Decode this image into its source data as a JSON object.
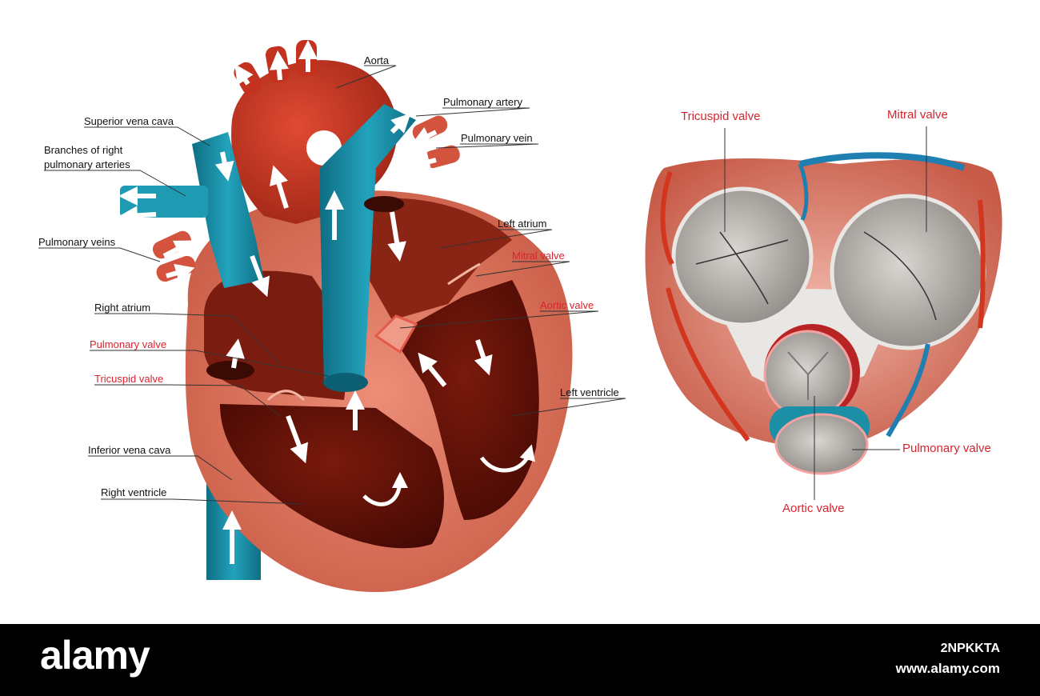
{
  "heart_labels": {
    "aorta": "Aorta",
    "pulmonary_artery": "Pulmonary artery",
    "pulmonary_vein": "Pulmonary vein",
    "superior_vena_cava": "Superior vena cava",
    "branches_line1": "Branches of right",
    "branches_line2": "pulmonary arteries",
    "pulmonary_veins": "Pulmonary veins",
    "left_atrium": "Left atrium",
    "mitral_valve": "Mitral valve",
    "aortic_valve": "Aortic valve",
    "right_atrium": "Right atrium",
    "pulmonary_valve": "Pulmonary valve",
    "tricuspid_valve": "Tricuspid valve",
    "left_ventricle": "Left ventricle",
    "inferior_vena_cava": "Inferior vena cava",
    "right_ventricle": "Right ventricle"
  },
  "valve_labels": {
    "tricuspid_valve": "Tricuspid valve",
    "mitral_valve": "Mitral valve",
    "pulmonary_valve": "Pulmonary valve",
    "aortic_valve": "Aortic valve"
  },
  "colors": {
    "vein_blue": "#1a8fa6",
    "artery_red": "#b8301f",
    "muscle": "#e07d67",
    "chamber": "#5a0d05",
    "valve_label_red": "#d8242f"
  },
  "footer": {
    "brand": "alamy",
    "image_code": "2NPKKTA",
    "site": "www.alamy.com"
  }
}
